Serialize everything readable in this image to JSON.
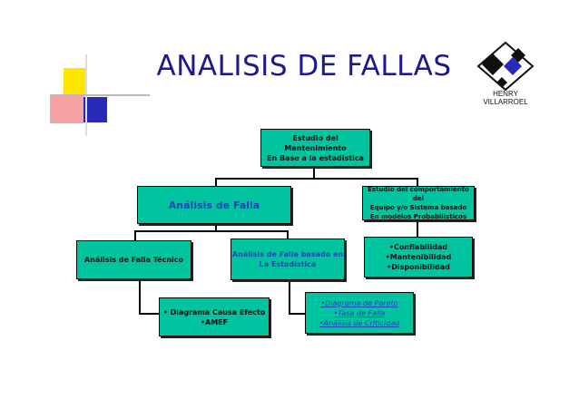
{
  "title": "ANALISIS DE FALLAS",
  "logo": {
    "line1": "HENRY",
    "line2": "VILLARROEL"
  },
  "colors": {
    "title": "#1f1a8c",
    "box": "#00c3a0",
    "blue_text": "#1c45b8"
  },
  "nodes": {
    "root": "Estudio del Mantenimiento\nEn Base a la estadistica",
    "analisis_falla": "Análisis de Falla",
    "comportamiento": "Estudio del comportamiento del\nEquipo y/o Sistema basado\nEn modelos Probabilisticos",
    "tecnico": "Análisis de Falla Técnico",
    "estadistica": "Análisis de Falla basado en\nLa Estadística",
    "confiabilidad": "•Confiabilidad\n•Mantenibilidad\n•Disponibilidad",
    "diagrama": "• Diagrama Causa Efecto\n•AMEF",
    "pareto": "•Diagrama de Pareto\n•Tasa de Falla\n•Análisis de Criticidad"
  }
}
